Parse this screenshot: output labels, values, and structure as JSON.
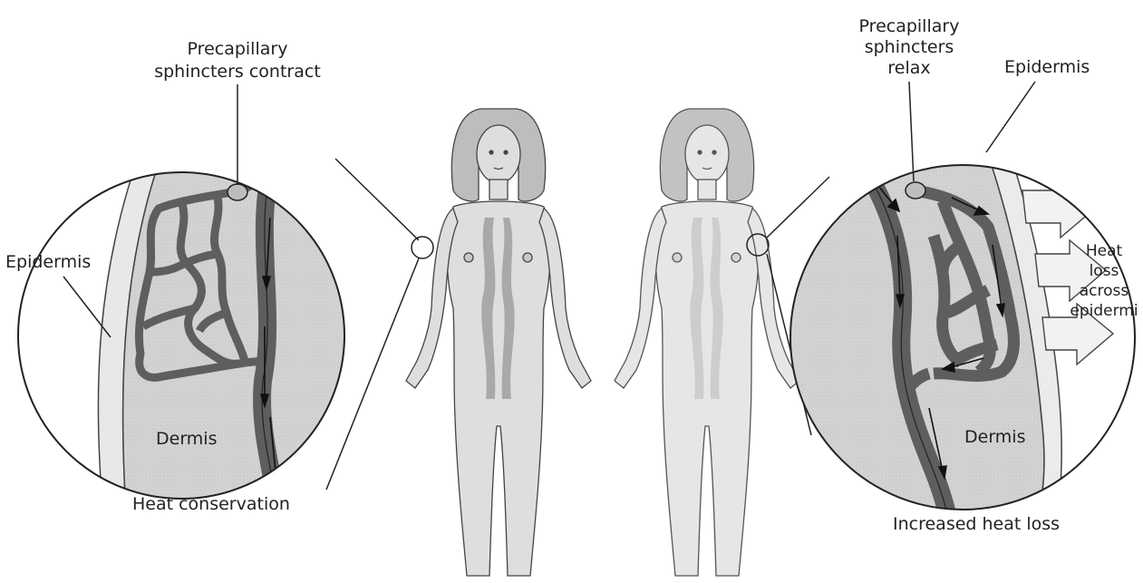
{
  "left_panel": {
    "sphincter_label_line1": "Precapillary",
    "sphincter_label_line2": "sphincters contract",
    "epidermis_label": "Epidermis",
    "dermis_label": "Dermis",
    "caption": "Heat conservation"
  },
  "right_panel": {
    "sphincter_label_line1": "Precapillary",
    "sphincter_label_line2": "sphincters",
    "sphincter_label_line3": "relax",
    "epidermis_label": "Epidermis",
    "dermis_label": "Dermis",
    "heat_label_line1": "Heat",
    "heat_label_line2": "loss",
    "heat_label_line3": "across",
    "heat_label_line4": "epidermi",
    "caption": "Increased heat loss"
  },
  "colors": {
    "skin_fill": "#d6d6d6",
    "dermis_fill": "#cfcfcf",
    "vessel": "#5e5e5e",
    "outline": "#222222",
    "arrow_fill": "#f2f2f2"
  }
}
